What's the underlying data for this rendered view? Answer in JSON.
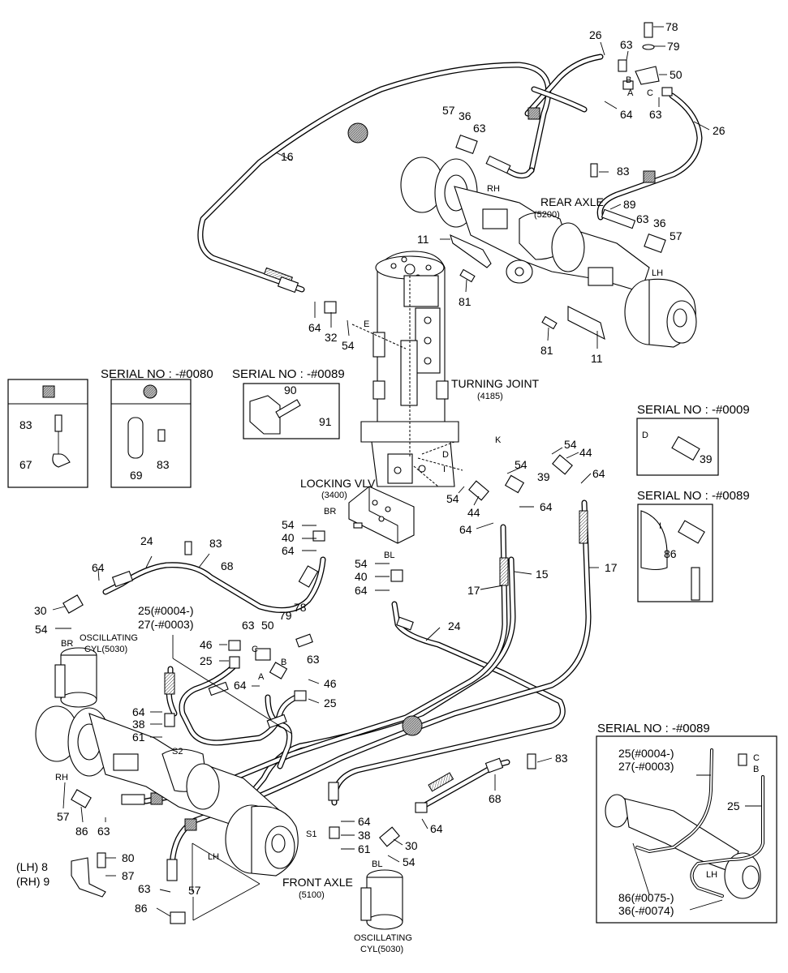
{
  "serial_titles": {
    "s0080": "SERIAL NO : -#0080",
    "s0089a": "SERIAL NO : -#0089",
    "s0009": "SERIAL NO : -#0009",
    "s0089b": "SERIAL NO : -#0089",
    "s0089c": "SERIAL NO : -#0089"
  },
  "components": {
    "rear_axle": "REAR AXLE",
    "rear_axle_no": "(5200)",
    "turning_joint": "TURNING JOINT",
    "turning_joint_no": "(4185)",
    "locking_vlv": "LOCKING VLV",
    "locking_vlv_no": "(3400)",
    "osc_cyl_left": "OSCILLATING",
    "osc_cyl_left_no": "CYL(5030)",
    "osc_cyl_bottom": "OSCILLATING",
    "osc_cyl_bottom_no": "CYL(5030)",
    "front_axle": "FRONT AXLE",
    "front_axle_no": "(5100)"
  },
  "side_marks": {
    "rh_top": "RH",
    "lh_top": "LH",
    "rh_front": "RH",
    "lh_front": "LH",
    "lh_inset": "LH",
    "br1": "BR",
    "bl1": "BL",
    "br2": "BR",
    "bl2": "BL",
    "port_a1": "A",
    "port_b1": "B",
    "port_c1": "C",
    "port_a2": "A",
    "port_b2": "B",
    "port_c2": "C",
    "port_d1": "D",
    "port_d2": "D",
    "port_e": "E",
    "port_k": "K",
    "port_i1": "I",
    "port_i2": "I",
    "port_s1": "S1",
    "port_s2": "S2",
    "port_b3": "B",
    "port_c3": "C"
  },
  "callouts": {
    "c78a": "78",
    "c79a": "79",
    "c26a": "26",
    "c63a": "63",
    "c50a": "50",
    "c64a": "64",
    "c63b": "63",
    "c26b": "26",
    "c57a": "57",
    "c36a": "36",
    "c63c": "63",
    "c16": "16",
    "c83a": "83",
    "c89": "89",
    "c63d": "63",
    "c36b": "36",
    "c57b": "57",
    "c11a": "11",
    "c81a": "81",
    "c64b": "64",
    "c32": "32",
    "c54a": "54",
    "c81b": "81",
    "c11b": "11",
    "c90": "90",
    "c91": "91",
    "c83b": "83",
    "c67": "67",
    "c69": "69",
    "c83c": "83",
    "c54b": "54",
    "c44a": "44",
    "c64c": "64",
    "c54c": "54",
    "c39a": "39",
    "c44b": "44",
    "c54d": "54",
    "c64d": "64",
    "c64e": "64",
    "c39b": "39",
    "c86a": "86",
    "c54e": "54",
    "c40a": "40",
    "c64f": "64",
    "c24a": "24",
    "c83d": "83",
    "c68a": "68",
    "c64g": "64",
    "c30a": "30",
    "c54f": "54",
    "c54g": "54",
    "c40b": "40",
    "c64h": "64",
    "c17a": "17",
    "c15": "15",
    "c17b": "17",
    "c25a": "25(#0004-)",
    "c27a": "27(-#0003)",
    "c63e": "63",
    "c50b": "50",
    "c79b": "79",
    "c78b": "78",
    "c46a": "46",
    "c25b": "25",
    "c63f": "63",
    "c46b": "46",
    "c64i": "64",
    "c25c": "25",
    "c24b": "24",
    "c64j": "64",
    "c38a": "38",
    "c61a": "61",
    "c83e": "83",
    "c68b": "68",
    "c57c": "57",
    "c86b": "86",
    "c63g": "63",
    "c64k": "64",
    "c64l": "64",
    "c38b": "38",
    "c30b": "30",
    "c61b": "61",
    "c54h": "54",
    "c8": "(LH) 8",
    "c9": "(RH) 9",
    "c80": "80",
    "c87": "87",
    "c63h": "63",
    "c57d": "57",
    "c86c": "86",
    "c25d": "25(#0004-)",
    "c27b": "27(-#0003)",
    "c25e": "25",
    "c86d": "86(#0075-)",
    "c36c": "36(-#0074)"
  },
  "legend": {
    "square_marker": "gray-square-marker",
    "circle_marker": "gray-circle-marker"
  }
}
